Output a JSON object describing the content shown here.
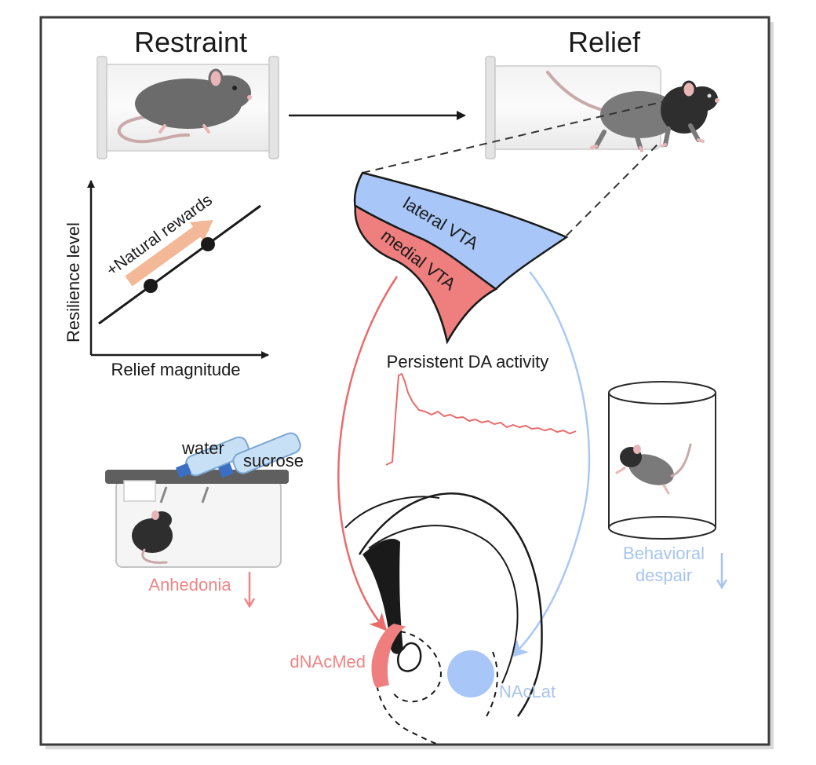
{
  "titles": {
    "restraint": "Restraint",
    "relief": "Relief"
  },
  "vta": {
    "lateral": "lateral VTA",
    "medial": "medial VTA"
  },
  "inset_plot": {
    "ylabel": "Resilience level",
    "xlabel": "Relief magnitude",
    "arrow_label": "+Natural rewards"
  },
  "da_trace_label": "Persistent DA activity",
  "sucrose_test": {
    "water": "water",
    "sucrose": "sucrose",
    "outcome": "Anhedonia"
  },
  "forced_swim": {
    "outcome_line1": "Behavioral",
    "outcome_line2": "despair"
  },
  "targets": {
    "dnac": "dNAcMed",
    "nac_lat": "NAcLat"
  },
  "colors": {
    "red": "#e96b6b",
    "red_fill": "#ef7e7e",
    "blue": "#a9c8f5",
    "blue_fill": "#a8c6f7",
    "label_blue": "#a7c4ee",
    "label_red": "#f08585",
    "orange_arrow": "#f3b897",
    "ink": "#1a1a1a"
  },
  "icons": [
    "mouse-in-tube-icon",
    "mouse-cage-icon",
    "water-bottle-icon",
    "cylinder-icon",
    "brain-section-icon"
  ]
}
